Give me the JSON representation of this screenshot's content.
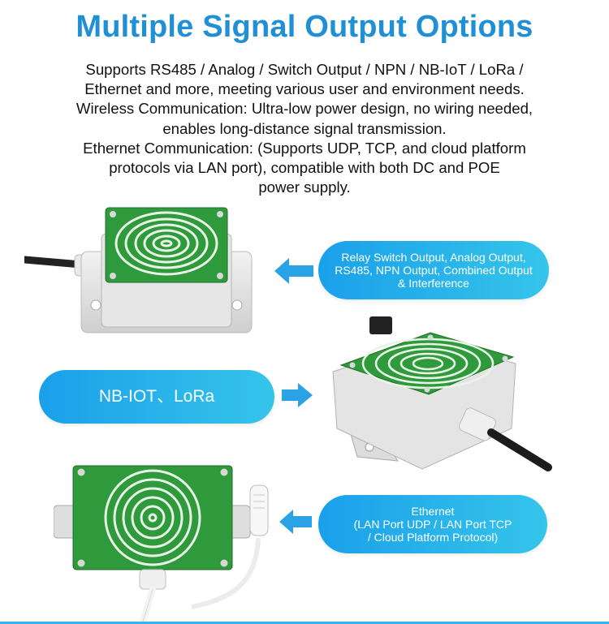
{
  "header": {
    "title": "Multiple Signal Output Options",
    "lines": [
      "Supports RS485 / Analog / Switch Output / NPN /   NB-IoT / LoRa /",
      "Ethernet and more, meeting various user and environment needs.",
      "Wireless Communication: Ultra-low power design, no wiring needed,",
      "enables long-distance signal transmission.",
      "Ethernet Communication: (Supports UDP, TCP, and cloud platform",
      "protocols via LAN port), compatible with both DC and POE",
      "power supply."
    ]
  },
  "callouts": {
    "relay": {
      "lines": [
        "Relay Switch Output, Analog Output,",
        "RS485, NPN Output, Combined Output",
        "& Interference"
      ]
    },
    "wireless": {
      "label": "NB-IOT、LoRa"
    },
    "ethernet": {
      "lines": [
        "Ethernet",
        "(LAN Port UDP / LAN Port TCP",
        "/ Cloud Platform Protocol)"
      ]
    }
  },
  "colors": {
    "title": "#1f8fd6",
    "pill_start": "#1aa0ea",
    "pill_end": "#35c5ea",
    "arrow": "#2aa3e6",
    "pcb_green": "#2e9a3c"
  }
}
